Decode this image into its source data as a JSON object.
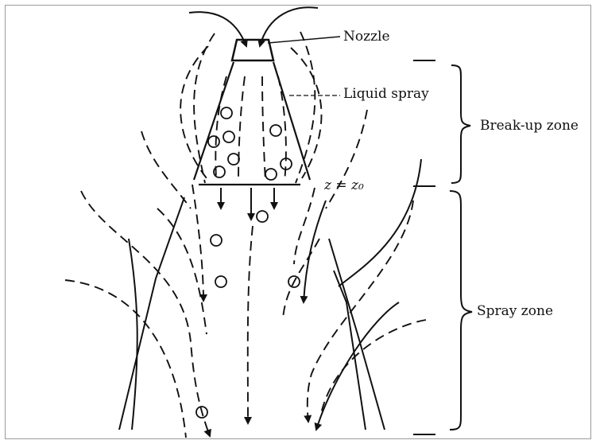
{
  "labels": {
    "nozzle": "Nozzle",
    "liquid_spray": "Liquid spray",
    "breakup_zone": "Break-up zone",
    "spray_zone": "Spray zone",
    "z_eq_z0": "z = z₀"
  },
  "colors": {
    "ink": "#111111",
    "frame": "#9a9a9a",
    "background": "#ffffff"
  }
}
